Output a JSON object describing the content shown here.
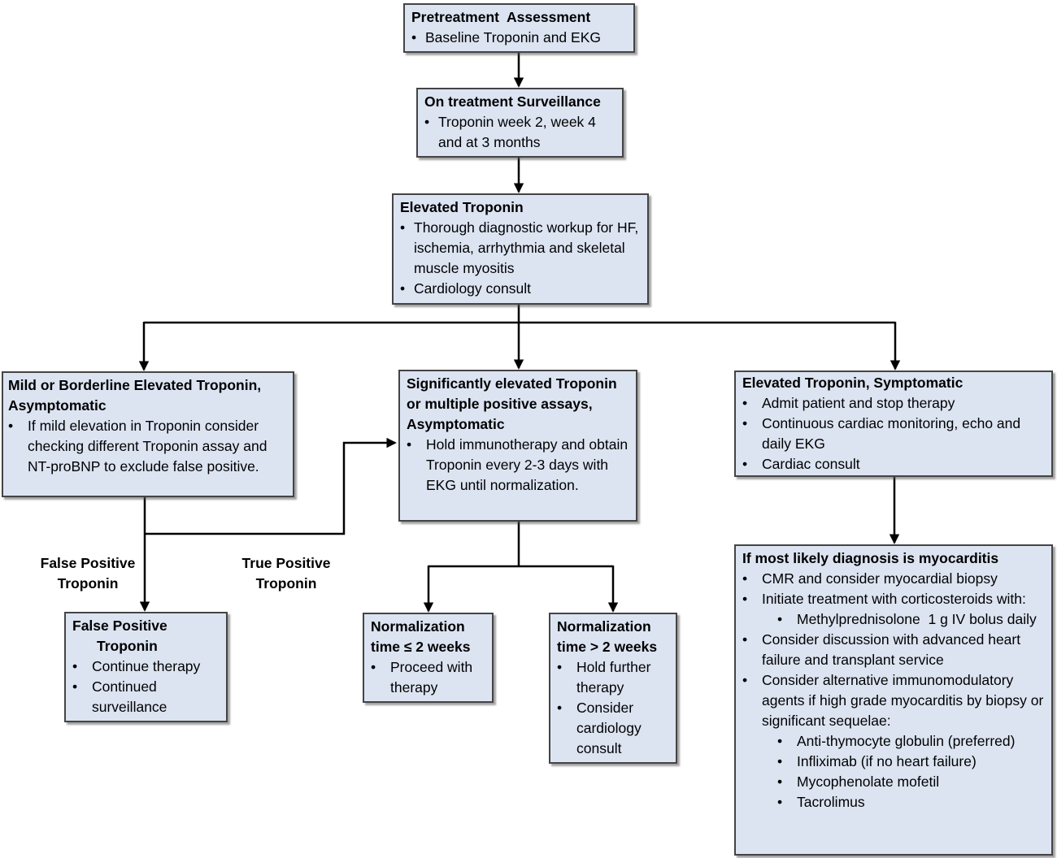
{
  "theme": {
    "box_fill": "#dce4f2",
    "box_border": "#444444",
    "arrow_color": "#000000",
    "text_color": "#000000",
    "background": "#ffffff"
  },
  "nodes": {
    "pretreatment": {
      "title": "Pretreatment  Assessment",
      "bullets": [
        {
          "level": 1,
          "text": "Baseline Troponin and EKG"
        }
      ]
    },
    "surveillance": {
      "title": "On treatment Surveillance",
      "bullets": [
        {
          "level": 1,
          "text": "Troponin week 2, week 4 and at 3 months"
        }
      ]
    },
    "elevated": {
      "title": "Elevated Troponin",
      "bullets": [
        {
          "level": 1,
          "text": "Thorough diagnostic workup for HF, ischemia, arrhythmia and skeletal muscle myositis"
        },
        {
          "level": 1,
          "text": "Cardiology consult"
        }
      ]
    },
    "mild": {
      "title": "Mild or Borderline Elevated Troponin, Asymptomatic",
      "bullets": [
        {
          "level": 1,
          "text": "If mild elevation in Troponin consider checking different Troponin assay and NT-proBNP to exclude false positive."
        }
      ]
    },
    "significant": {
      "title": "Significantly elevated Troponin or multiple positive assays, Asymptomatic",
      "bullets": [
        {
          "level": 1,
          "text": "Hold immunotherapy and obtain Troponin every 2-3 days with EKG until normalization."
        }
      ]
    },
    "symptomatic": {
      "title": "Elevated Troponin, Symptomatic",
      "bullets": [
        {
          "level": 1,
          "text": "Admit patient and stop therapy"
        },
        {
          "level": 1,
          "text": "Continuous cardiac monitoring, echo and daily EKG"
        },
        {
          "level": 1,
          "text": "Cardiac consult"
        }
      ]
    },
    "false_positive": {
      "title": "False Positive",
      "title2": "Troponin",
      "bullets": [
        {
          "level": 1,
          "text": "Continue therapy"
        },
        {
          "level": 1,
          "text": "Continued surveillance"
        }
      ]
    },
    "norm_short": {
      "title": "Normalization time ≤ 2 weeks",
      "bullets": [
        {
          "level": 1,
          "text": "Proceed with therapy"
        }
      ]
    },
    "norm_long": {
      "title": "Normalization time > 2 weeks",
      "bullets": [
        {
          "level": 1,
          "text": "Hold further therapy"
        },
        {
          "level": 1,
          "text": "Consider cardiology consult"
        }
      ]
    },
    "myocarditis": {
      "title": "If most likely diagnosis is myocarditis",
      "bullets": [
        {
          "level": 1,
          "text": "CMR and consider myocardial biopsy"
        },
        {
          "level": 1,
          "text": "Initiate treatment with corticosteroids with:"
        },
        {
          "level": 2,
          "text": "Methylprednisolone  1 g IV bolus daily"
        },
        {
          "level": 1,
          "text": "Consider discussion with advanced heart failure and transplant service"
        },
        {
          "level": 1,
          "text": "Consider alternative immunomodulatory agents if high grade myocarditis by biopsy or significant sequelae:"
        },
        {
          "level": 2,
          "text": "Anti-thymocyte globulin (preferred)"
        },
        {
          "level": 2,
          "text": "Infliximab (if no heart failure)"
        },
        {
          "level": 2,
          "text": "Mycophenolate mofetil"
        },
        {
          "level": 2,
          "text": "Tacrolimus"
        }
      ]
    }
  },
  "edge_labels": {
    "false_positive": "False Positive\nTroponin",
    "true_positive": "True Positive\nTroponin"
  }
}
